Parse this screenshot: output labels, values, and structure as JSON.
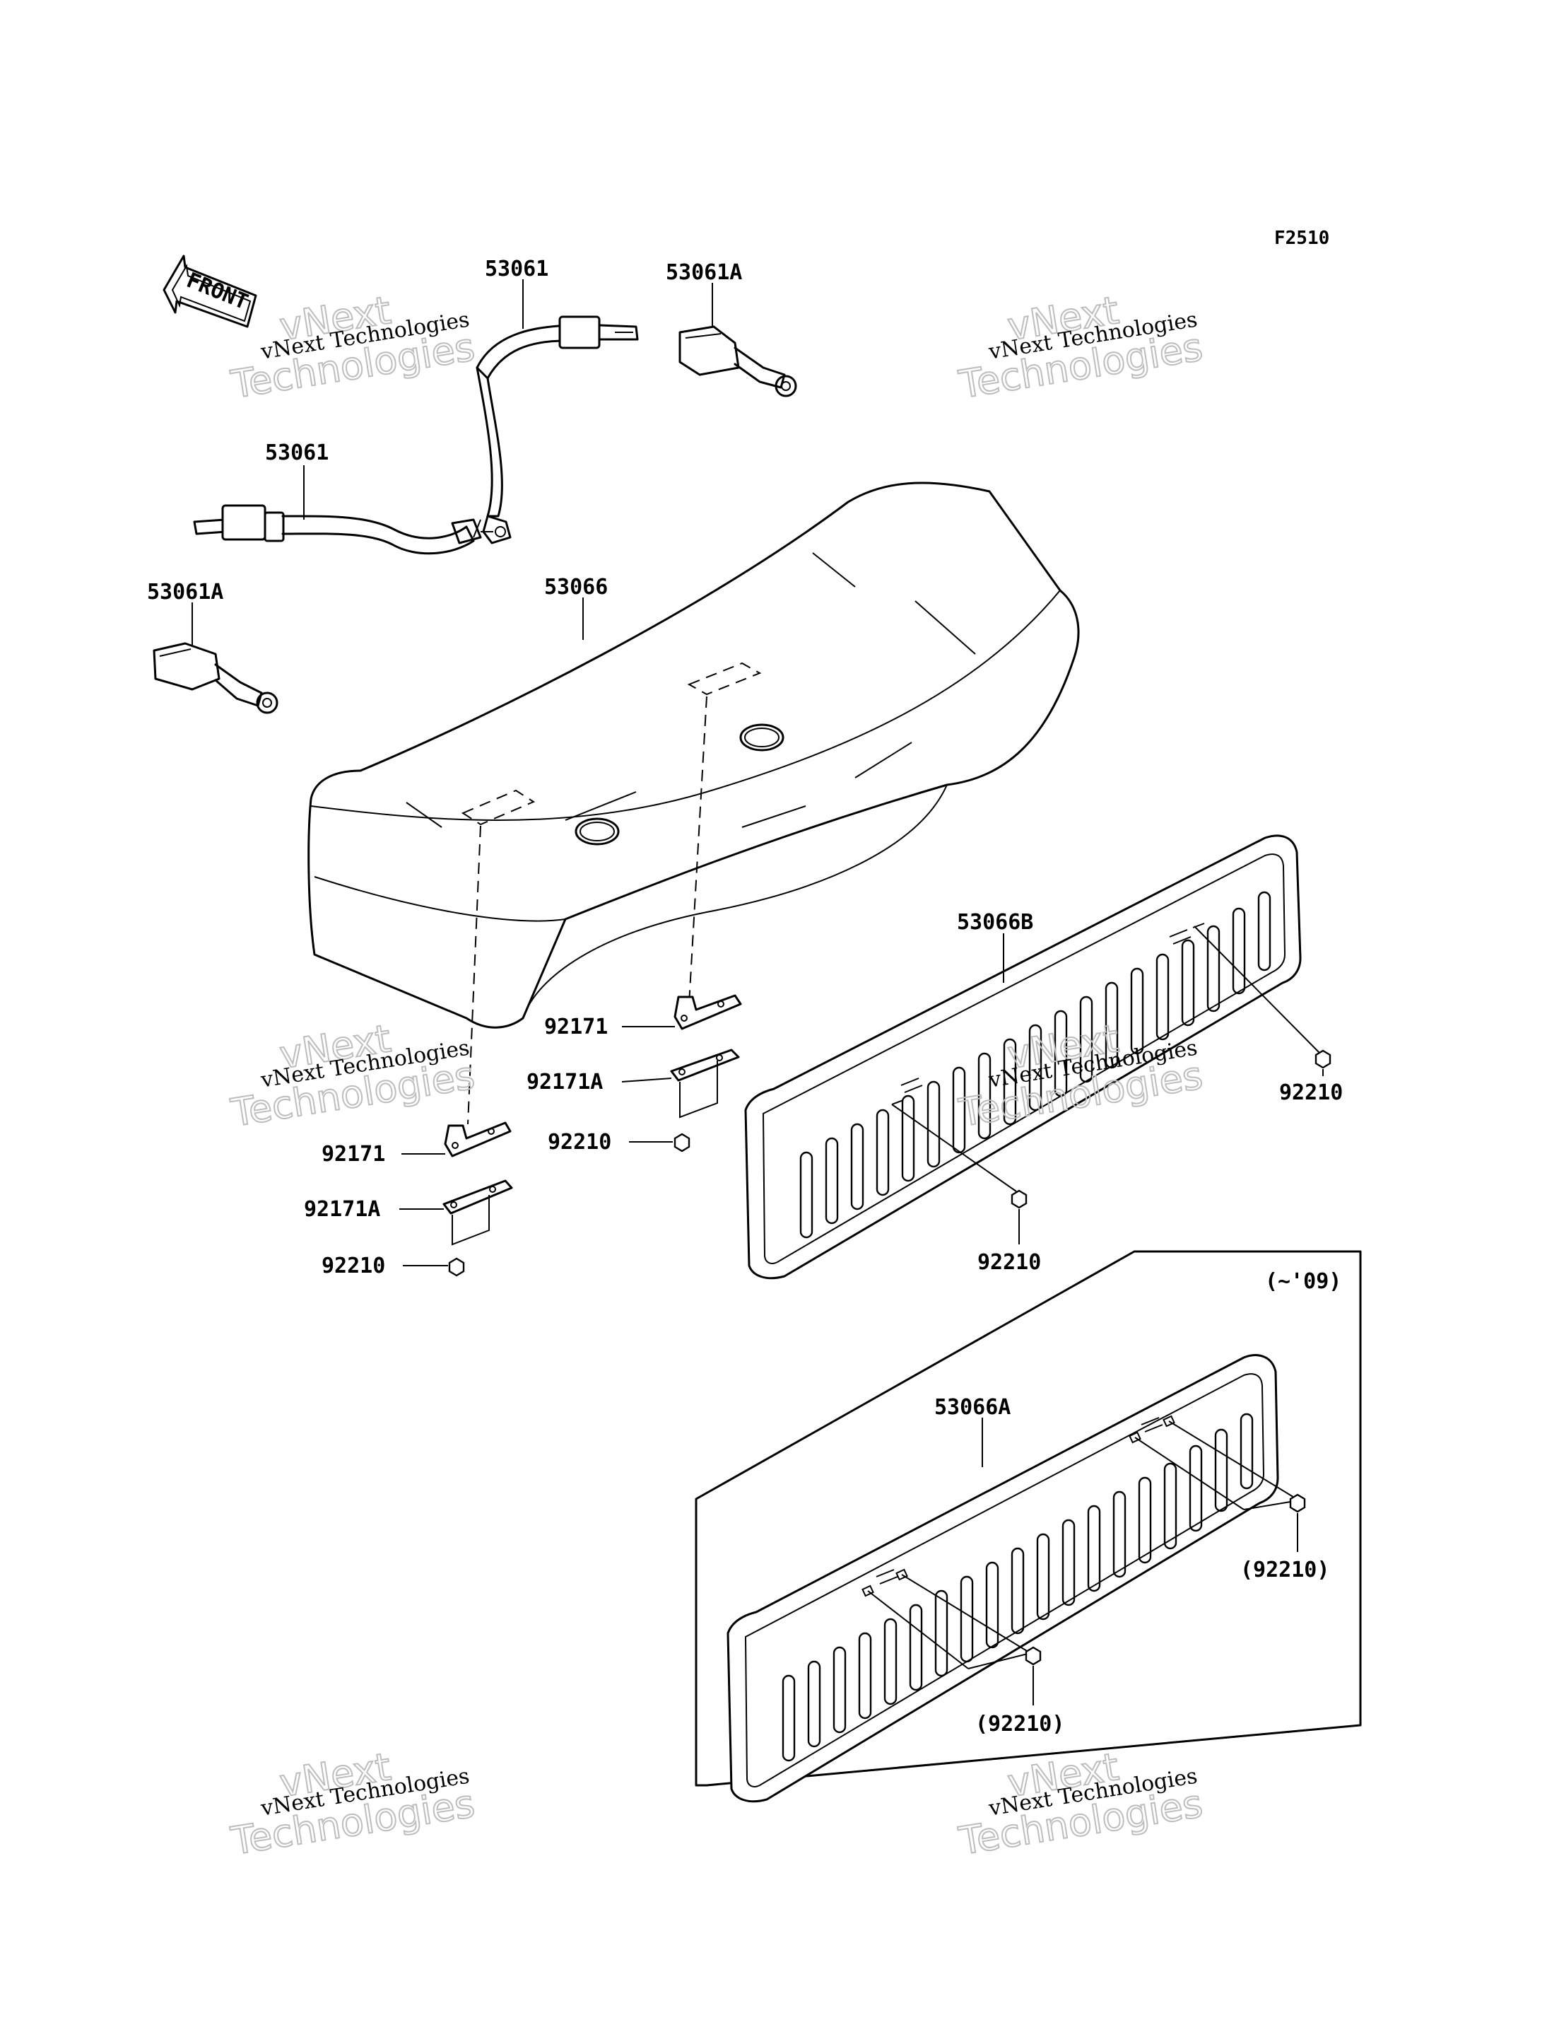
{
  "figure_code": "F2510",
  "front_marker": "FRONT",
  "part_labels": {
    "belt_upper": "53061",
    "buckle_upper": "53061A",
    "belt_left": "53061",
    "buckle_left": "53061A",
    "seat": "53066",
    "panel_b": "53066B",
    "panel_a": "53066A",
    "bracket_center": "92171",
    "bracket_a_center": "92171A",
    "nut_center": "92210",
    "bracket_left": "92171",
    "bracket_a_left": "92171A",
    "nut_left": "92210",
    "nut_panel_b_right": "92210",
    "nut_panel_b_bottom": "92210",
    "nut_panel_a_right": "(92210)",
    "nut_panel_a_bottom": "(92210)",
    "model_range": "(~'09)"
  },
  "watermark": {
    "line1": "vNext Technologies",
    "line2": "vNext",
    "line3": "Technologies"
  }
}
